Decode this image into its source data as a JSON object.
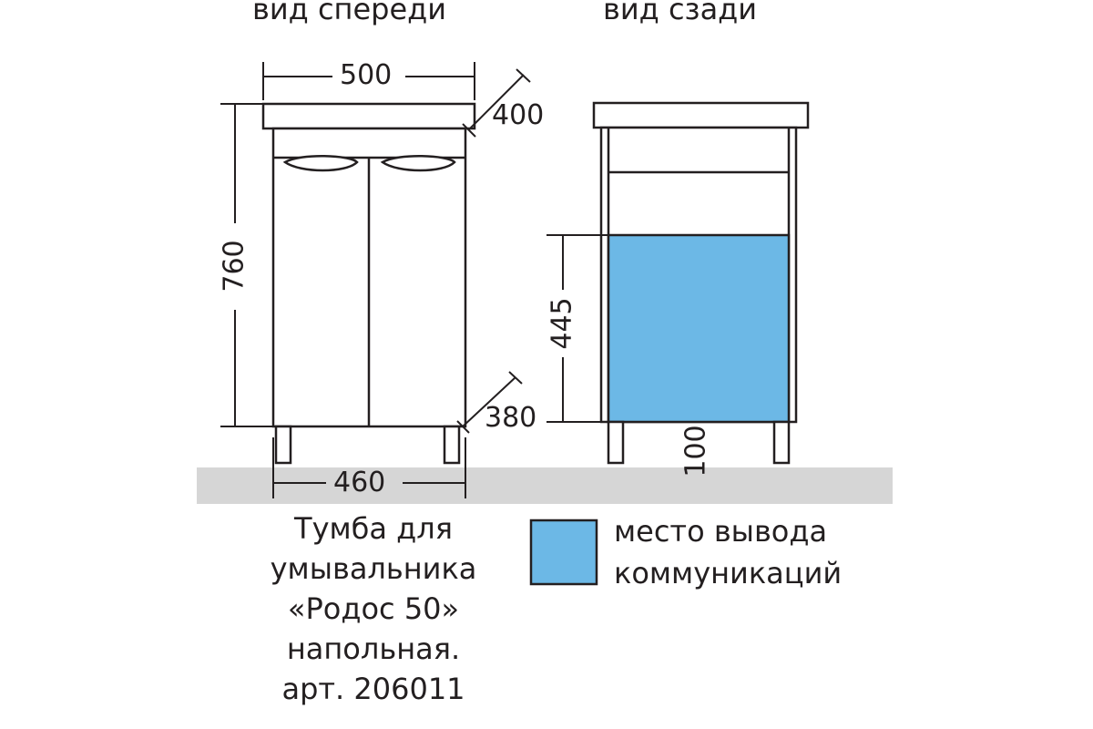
{
  "views": {
    "front_title": "вид спереди",
    "back_title": "вид сзади"
  },
  "dimensions": {
    "front_width": "500",
    "depth_top": "400",
    "height": "760",
    "depth_bottom": "380",
    "base_width": "460",
    "utility_height": "445",
    "leg_height": "100"
  },
  "caption": {
    "lines": [
      "Тумба для",
      "умывальника",
      "«Родос 50»",
      "напольная.",
      "арт. 206011"
    ]
  },
  "legend": {
    "lines": [
      "место вывода",
      "коммуникаций"
    ],
    "color": "#6cb8e6"
  },
  "colors": {
    "ink": "#231f20",
    "floor": "#d6d6d6",
    "utility_zone": "#6cb8e6"
  }
}
